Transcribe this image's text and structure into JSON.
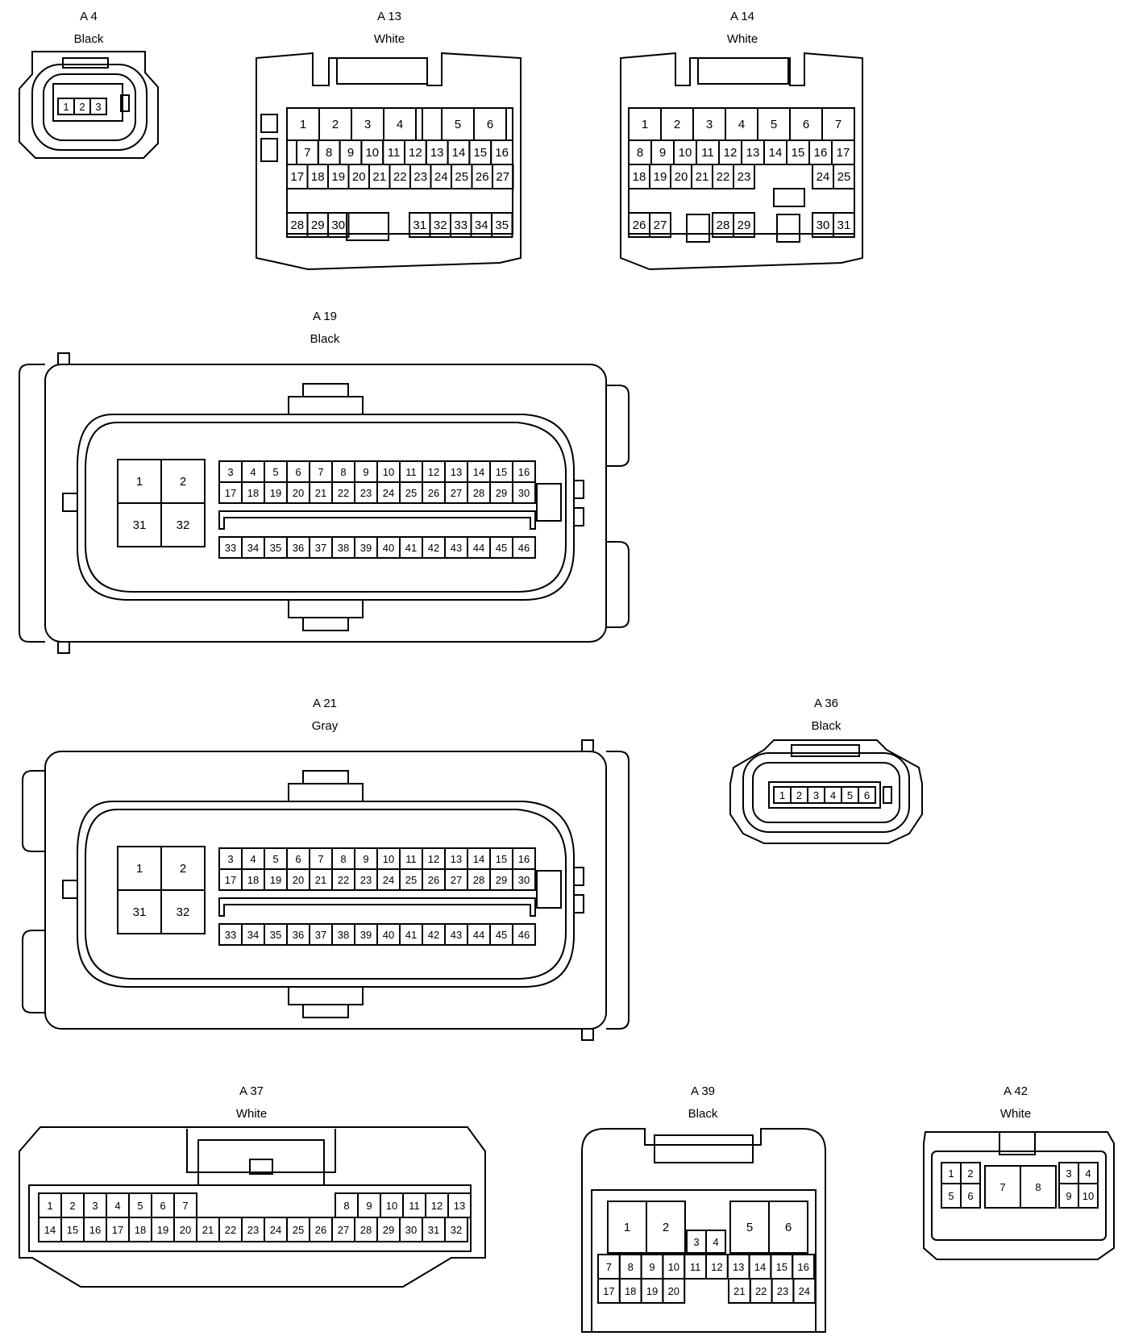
{
  "connectors": [
    {
      "id": "A 4",
      "color": "Black",
      "pins": [
        "1",
        "2",
        "3"
      ]
    },
    {
      "id": "A 13",
      "color": "White",
      "pins": [
        "1",
        "2",
        "3",
        "4",
        "5",
        "6",
        "7",
        "8",
        "9",
        "10",
        "11",
        "12",
        "13",
        "14",
        "15",
        "16",
        "17",
        "18",
        "19",
        "20",
        "21",
        "22",
        "23",
        "24",
        "25",
        "26",
        "27",
        "28",
        "29",
        "30",
        "31",
        "32",
        "33",
        "34",
        "35"
      ]
    },
    {
      "id": "A 14",
      "color": "White",
      "pins": [
        "1",
        "2",
        "3",
        "4",
        "5",
        "6",
        "7",
        "8",
        "9",
        "10",
        "11",
        "12",
        "13",
        "14",
        "15",
        "16",
        "17",
        "18",
        "19",
        "20",
        "21",
        "22",
        "23",
        "24",
        "25",
        "26",
        "27",
        "28",
        "29",
        "30",
        "31"
      ]
    },
    {
      "id": "A 19",
      "color": "Black",
      "pins": [
        "1",
        "2",
        "31",
        "32",
        "3",
        "4",
        "5",
        "6",
        "7",
        "8",
        "9",
        "10",
        "11",
        "12",
        "13",
        "14",
        "15",
        "16",
        "17",
        "18",
        "19",
        "20",
        "21",
        "22",
        "23",
        "24",
        "25",
        "26",
        "27",
        "28",
        "29",
        "30",
        "33",
        "34",
        "35",
        "36",
        "37",
        "38",
        "39",
        "40",
        "41",
        "42",
        "43",
        "44",
        "45",
        "46"
      ]
    },
    {
      "id": "A 21",
      "color": "Gray",
      "pins": [
        "1",
        "2",
        "31",
        "32",
        "3",
        "4",
        "5",
        "6",
        "7",
        "8",
        "9",
        "10",
        "11",
        "12",
        "13",
        "14",
        "15",
        "16",
        "17",
        "18",
        "19",
        "20",
        "21",
        "22",
        "23",
        "24",
        "25",
        "26",
        "27",
        "28",
        "29",
        "30",
        "33",
        "34",
        "35",
        "36",
        "37",
        "38",
        "39",
        "40",
        "41",
        "42",
        "43",
        "44",
        "45",
        "46"
      ]
    },
    {
      "id": "A 36",
      "color": "Black",
      "pins": [
        "1",
        "2",
        "3",
        "4",
        "5",
        "6"
      ]
    },
    {
      "id": "A 37",
      "color": "White",
      "pins": [
        "1",
        "2",
        "3",
        "4",
        "5",
        "6",
        "7",
        "8",
        "9",
        "10",
        "11",
        "12",
        "13",
        "14",
        "15",
        "16",
        "17",
        "18",
        "19",
        "20",
        "21",
        "22",
        "23",
        "24",
        "25",
        "26",
        "27",
        "28",
        "29",
        "30",
        "31",
        "32"
      ]
    },
    {
      "id": "A 39",
      "color": "Black",
      "pins": [
        "1",
        "2",
        "3",
        "4",
        "5",
        "6",
        "7",
        "8",
        "9",
        "10",
        "11",
        "12",
        "13",
        "14",
        "15",
        "16",
        "17",
        "18",
        "19",
        "20",
        "21",
        "22",
        "23",
        "24"
      ]
    },
    {
      "id": "A 42",
      "color": "White",
      "pins": [
        "1",
        "2",
        "3",
        "4",
        "5",
        "6",
        "7",
        "8",
        "9",
        "10"
      ]
    }
  ]
}
